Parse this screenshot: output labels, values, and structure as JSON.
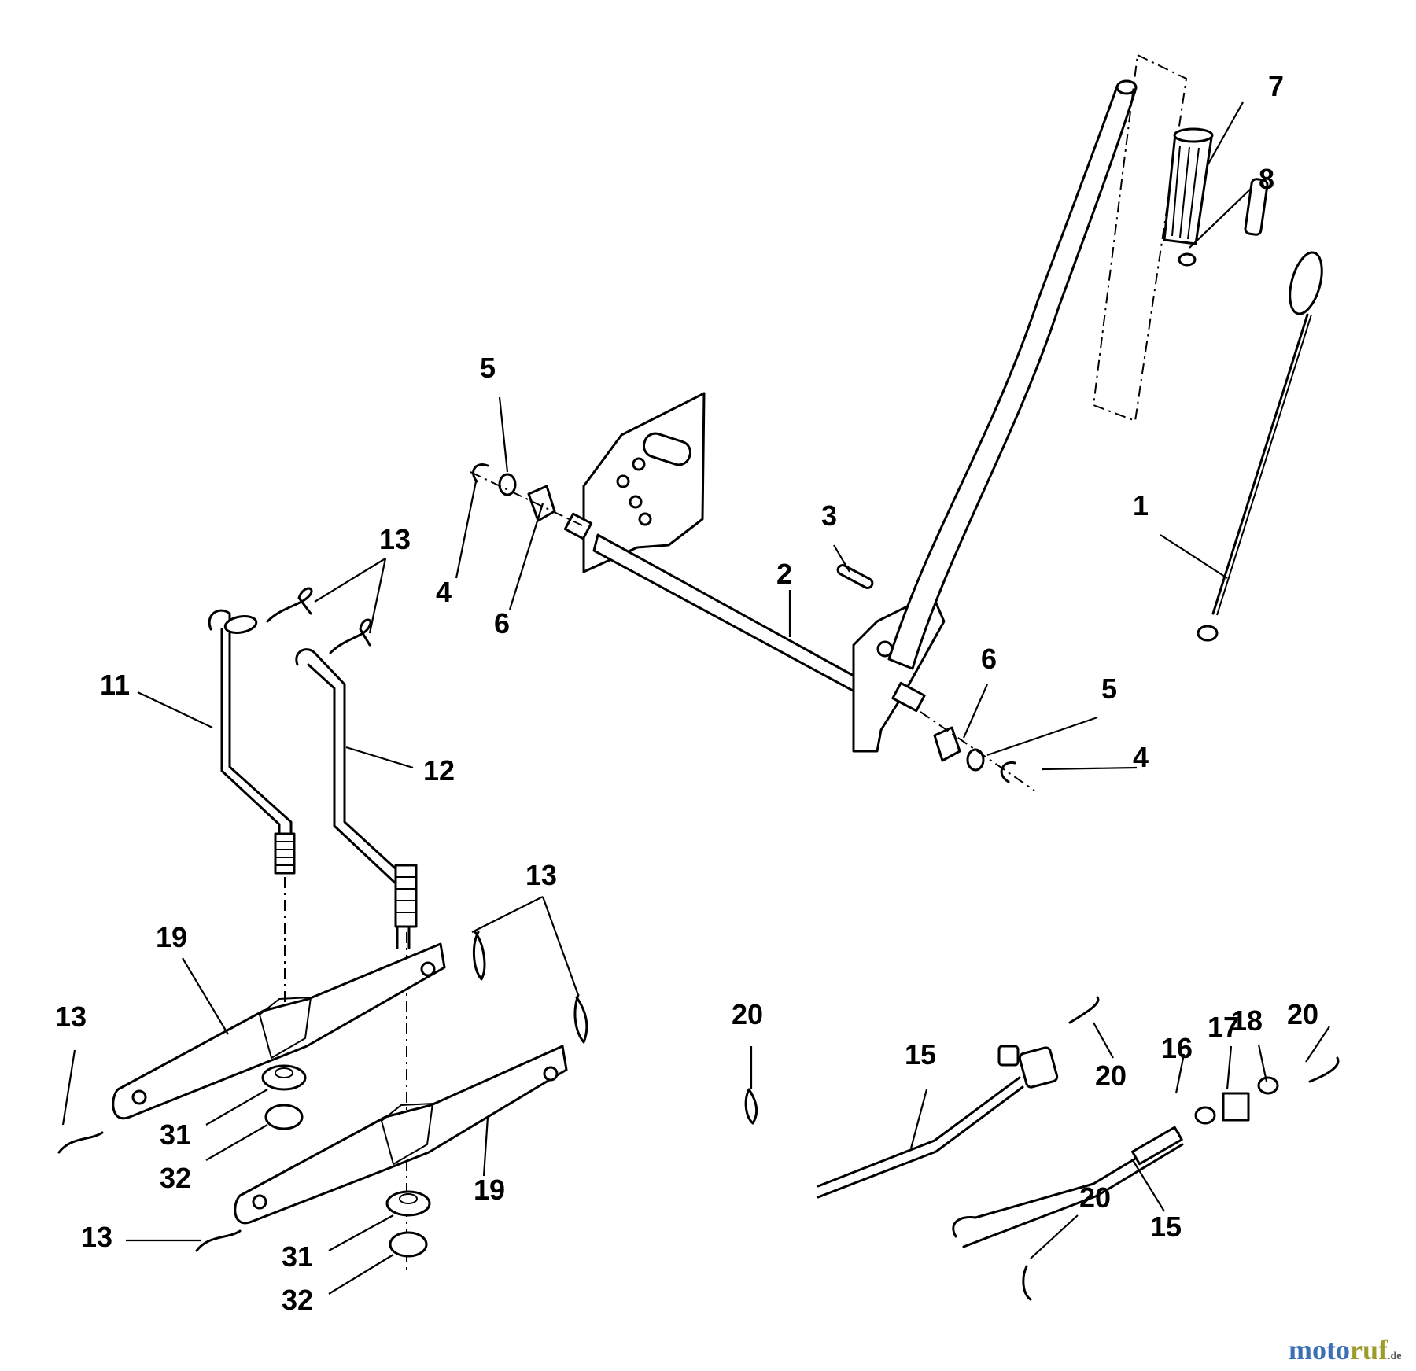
{
  "diagram": {
    "callouts": [
      {
        "id": "c1",
        "text": "1"
      },
      {
        "id": "c2",
        "text": "2"
      },
      {
        "id": "c3",
        "text": "3"
      },
      {
        "id": "c4a",
        "text": "4"
      },
      {
        "id": "c4b",
        "text": "4"
      },
      {
        "id": "c5a",
        "text": "5"
      },
      {
        "id": "c5b",
        "text": "5"
      },
      {
        "id": "c6a",
        "text": "6"
      },
      {
        "id": "c6b",
        "text": "6"
      },
      {
        "id": "c7",
        "text": "7"
      },
      {
        "id": "c8",
        "text": "8"
      },
      {
        "id": "c11",
        "text": "11"
      },
      {
        "id": "c12",
        "text": "12"
      },
      {
        "id": "c13a",
        "text": "13"
      },
      {
        "id": "c13b",
        "text": "13"
      },
      {
        "id": "c13c",
        "text": "13"
      },
      {
        "id": "c13d",
        "text": "13"
      },
      {
        "id": "c15a",
        "text": "15"
      },
      {
        "id": "c15b",
        "text": "15"
      },
      {
        "id": "c16",
        "text": "16"
      },
      {
        "id": "c17",
        "text": "17"
      },
      {
        "id": "c18",
        "text": "18"
      },
      {
        "id": "c19a",
        "text": "19"
      },
      {
        "id": "c19b",
        "text": "19"
      },
      {
        "id": "c20a",
        "text": "20"
      },
      {
        "id": "c20b",
        "text": "20"
      },
      {
        "id": "c20c",
        "text": "20"
      },
      {
        "id": "c20d",
        "text": "20"
      },
      {
        "id": "c31a",
        "text": "31"
      },
      {
        "id": "c31b",
        "text": "31"
      },
      {
        "id": "c32a",
        "text": "32"
      },
      {
        "id": "c32b",
        "text": "32"
      }
    ]
  },
  "watermark": {
    "part1": "moto",
    "part2": "ruf",
    "suffix": ".de"
  }
}
